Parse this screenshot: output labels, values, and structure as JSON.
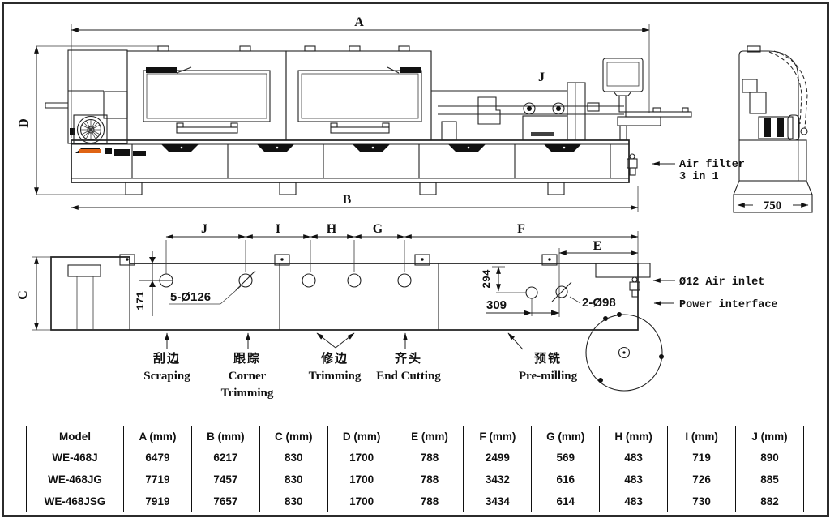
{
  "drawing": {
    "dims": {
      "a": "A",
      "b": "B",
      "c": "C",
      "d": "D",
      "e": "E",
      "f": "F",
      "g": "G",
      "h": "H",
      "i": "I",
      "j": "J"
    },
    "side_view": {
      "unit_label_j": "J",
      "air_filter_line1": "Air filter",
      "air_filter_line2": "3 in 1",
      "end_view_width": "750"
    },
    "plan_view": {
      "edge_offset": "171",
      "holes_note_left": "5-Ø126",
      "holes_note_right": "2-Ø98",
      "offset_294": "294",
      "offset_309": "309",
      "air_inlet": "Ø12 Air inlet",
      "power_interface": "Power interface"
    },
    "stations": [
      {
        "cn": "刮边",
        "en1": "Scraping",
        "en2": ""
      },
      {
        "cn": "跟踪",
        "en1": "Corner",
        "en2": "Trimming"
      },
      {
        "cn": "修边",
        "en1": "Trimming",
        "en2": ""
      },
      {
        "cn": "齐头",
        "en1": "End Cutting",
        "en2": ""
      },
      {
        "cn": "预铣",
        "en1": "Pre-milling",
        "en2": ""
      }
    ],
    "colors": {
      "accent_orange": "#e06414",
      "line": "#222222"
    }
  },
  "table": {
    "headers": [
      "Model",
      "A (mm)",
      "B (mm)",
      "C (mm)",
      "D (mm)",
      "E (mm)",
      "F (mm)",
      "G (mm)",
      "H (mm)",
      "I (mm)",
      "J (mm)"
    ],
    "rows": [
      [
        "WE-468J",
        "6479",
        "6217",
        "830",
        "1700",
        "788",
        "2499",
        "569",
        "483",
        "719",
        "890"
      ],
      [
        "WE-468JG",
        "7719",
        "7457",
        "830",
        "1700",
        "788",
        "3432",
        "616",
        "483",
        "726",
        "885"
      ],
      [
        "WE-468JSG",
        "7919",
        "7657",
        "830",
        "1700",
        "788",
        "3434",
        "614",
        "483",
        "730",
        "882"
      ]
    ]
  }
}
